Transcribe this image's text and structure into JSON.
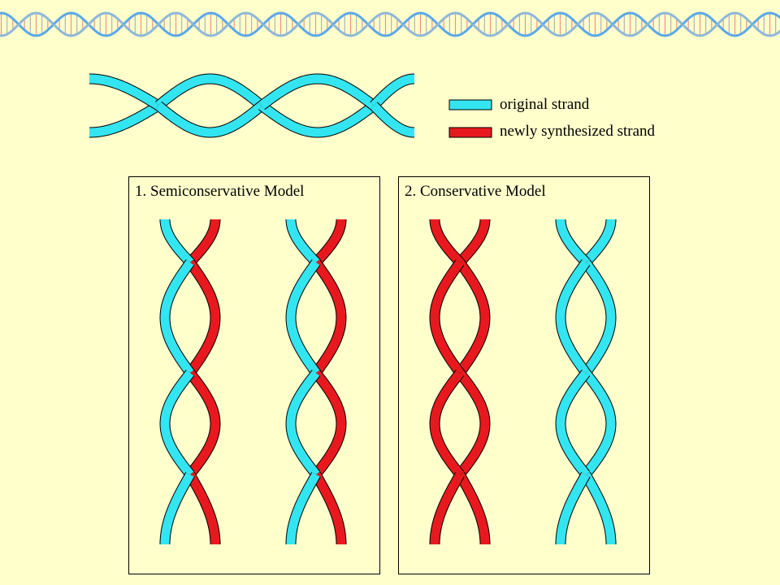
{
  "colors": {
    "background": "#FFFFCC",
    "original": "#33E5F0",
    "new": "#E8191E",
    "outline": "#000000",
    "border_frieze_blue": "#5CA8E8",
    "border_frieze_red": "#E87A7A"
  },
  "legend": {
    "original_label": "original strand",
    "new_label": "newly synthesized strand"
  },
  "panels": [
    {
      "title": "1. Semiconservative Model",
      "helices": [
        {
          "strandA": [
            "original",
            "new",
            "original",
            "new"
          ],
          "strandB": [
            "new",
            "original",
            "new",
            "original"
          ]
        },
        {
          "strandA": [
            "original",
            "new",
            "original",
            "new"
          ],
          "strandB": [
            "new",
            "original",
            "new",
            "original"
          ]
        }
      ]
    },
    {
      "title": "2. Conservative Model",
      "helices": [
        {
          "strandA": [
            "new",
            "new",
            "new",
            "new"
          ],
          "strandB": [
            "new",
            "new",
            "new",
            "new"
          ]
        },
        {
          "strandA": [
            "original",
            "original",
            "original",
            "original"
          ],
          "strandB": [
            "original",
            "original",
            "original",
            "original"
          ]
        }
      ]
    }
  ],
  "icons": {
    "border": "dna-helix-frieze-icon"
  }
}
